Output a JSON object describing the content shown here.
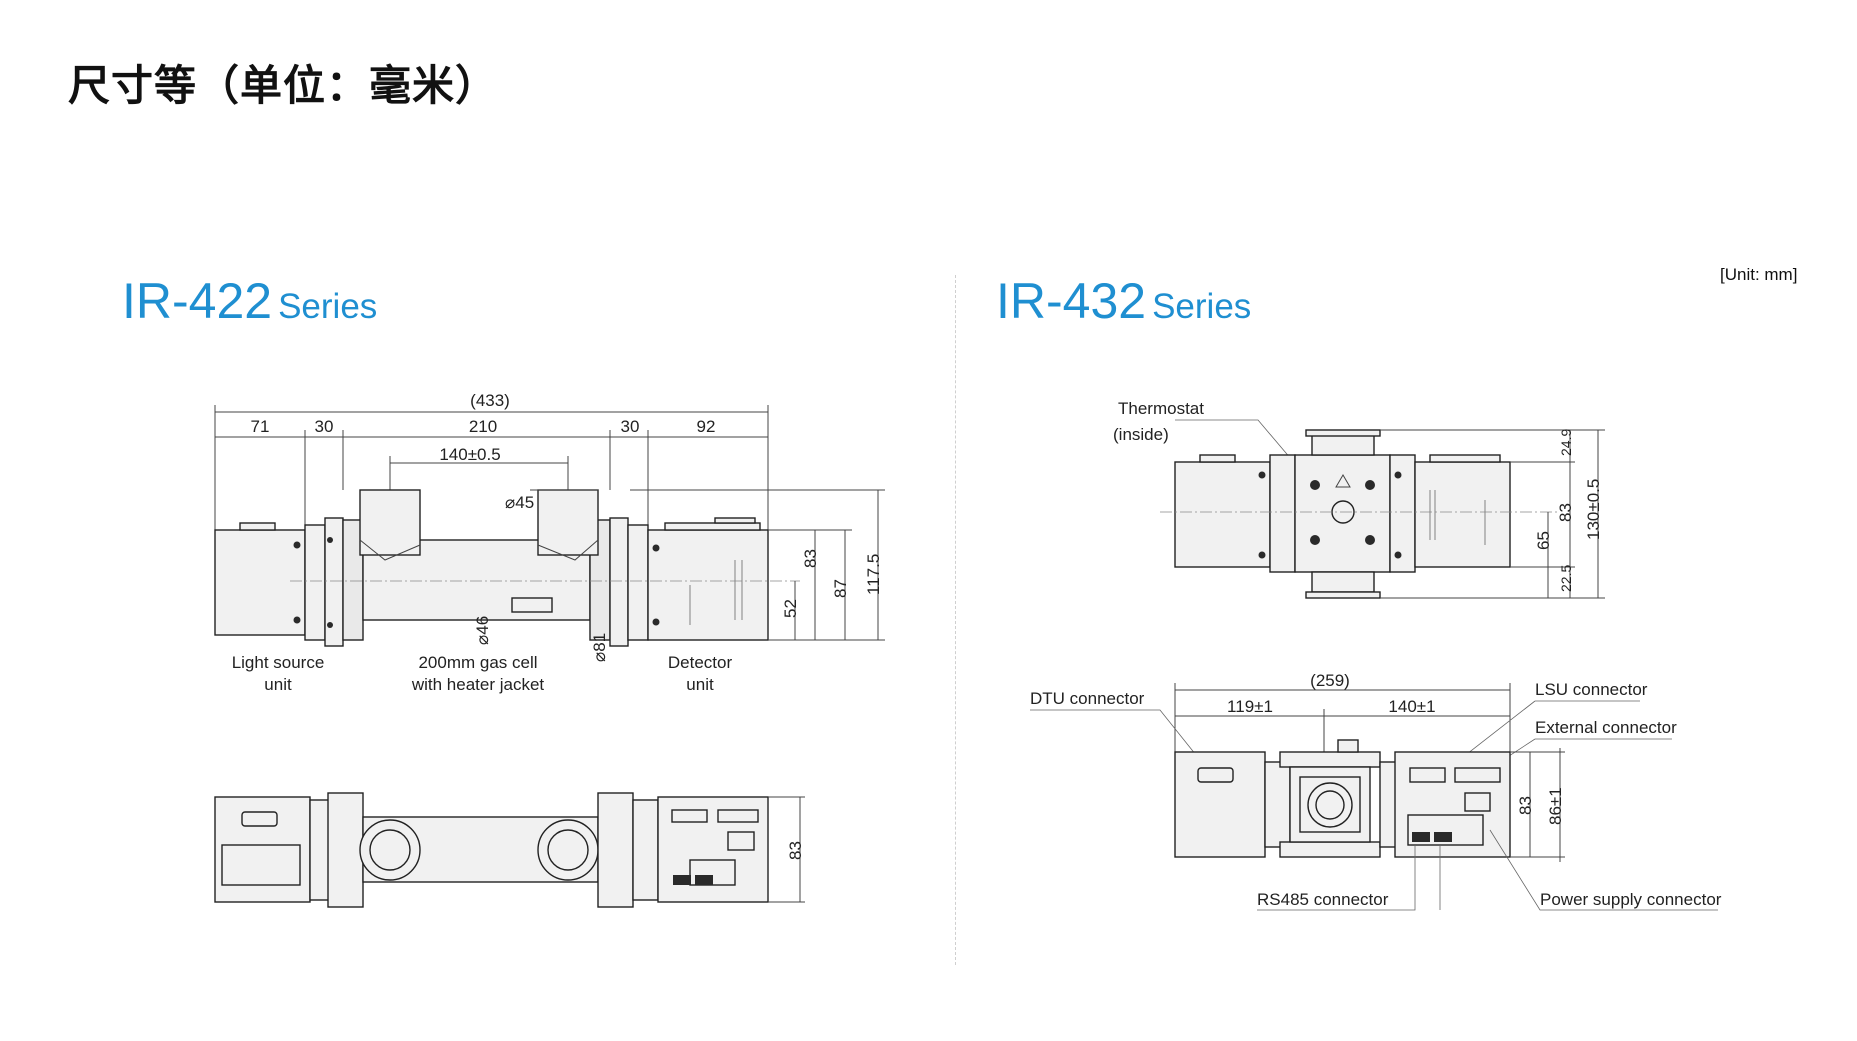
{
  "page": {
    "title": "尺寸等（单位：毫米）"
  },
  "unit_note": "[Unit: mm]",
  "left": {
    "model": "IR-422",
    "suffix": "Series",
    "dims": {
      "overall": "(433)",
      "d71": "71",
      "d30a": "30",
      "d210": "210",
      "d30b": "30",
      "d92": "92",
      "d140": "140±0.5",
      "phi45": "⌀45",
      "phi46": "⌀46",
      "phi81": "⌀81",
      "d83": "83",
      "d52": "52",
      "d87": "87",
      "d117": "117.5",
      "d83b": "83"
    },
    "labels": {
      "light_1": "Light source",
      "light_2": "unit",
      "cell_1": "200mm gas cell",
      "cell_2": "with heater jacket",
      "detector_1": "Detector",
      "detector_2": "unit"
    }
  },
  "right": {
    "model": "IR-432",
    "suffix": "Series",
    "dims": {
      "d24_9": "24.9",
      "d83": "83",
      "d65": "65",
      "d130": "130±0.5",
      "d22_5": "22.5",
      "overall": "(259)",
      "d119": "119±1",
      "d140": "140±1",
      "d83b": "83",
      "d86": "86±1"
    },
    "labels": {
      "thermo_1": "Thermostat",
      "thermo_2": "(inside)",
      "dtu": "DTU connector",
      "lsu": "LSU connector",
      "ext": "External connector",
      "rs485": "RS485 connector",
      "power": "Power supply connector"
    }
  }
}
